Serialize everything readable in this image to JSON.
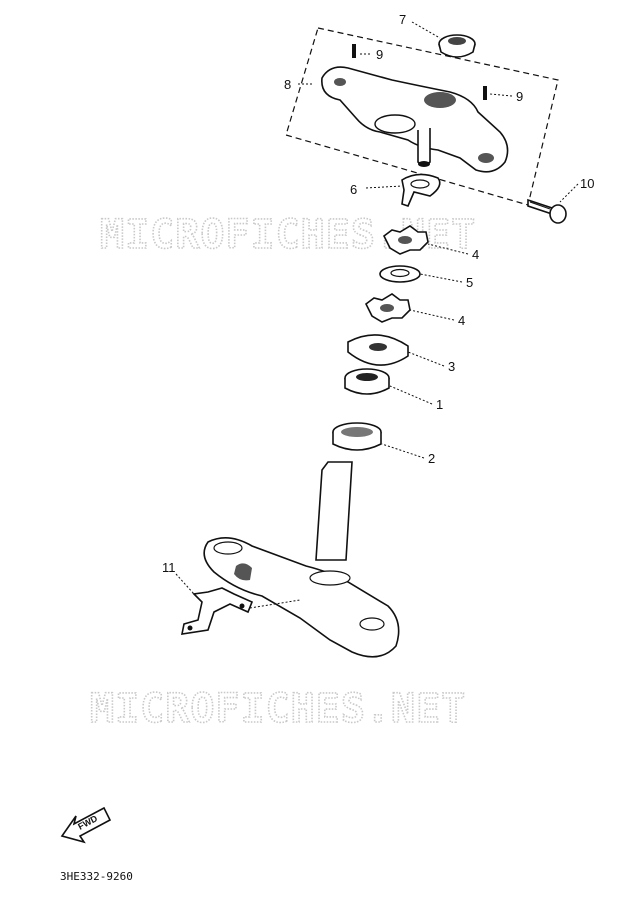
{
  "watermarks": [
    "MICROFICHES.NET",
    "MICROFICHES.NET"
  ],
  "callouts": [
    {
      "key": "p7",
      "label": "7"
    },
    {
      "key": "p9a",
      "label": "9"
    },
    {
      "key": "p8",
      "label": "8"
    },
    {
      "key": "p9b",
      "label": "9"
    },
    {
      "key": "p10",
      "label": "10"
    },
    {
      "key": "p6",
      "label": "6"
    },
    {
      "key": "p4a",
      "label": "4"
    },
    {
      "key": "p5",
      "label": "5"
    },
    {
      "key": "p4b",
      "label": "4"
    },
    {
      "key": "p3",
      "label": "3"
    },
    {
      "key": "p1",
      "label": "1"
    },
    {
      "key": "p2",
      "label": "2"
    },
    {
      "key": "p11",
      "label": "11"
    }
  ],
  "fwd_label": "FWD",
  "diagram_code": "3HE332-9260"
}
